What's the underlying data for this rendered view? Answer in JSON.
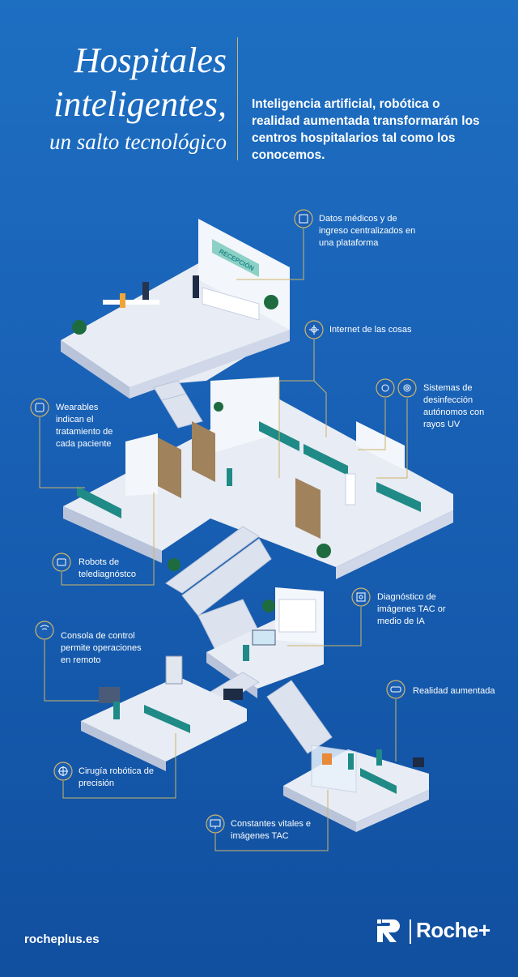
{
  "header": {
    "title_line1": "Hospitales",
    "title_line2": "inteligentes,",
    "title_line3": "un salto tecnológico",
    "subtitle": "Inteligencia artificial, robótica o realidad aumentada transformarán los centros hospitalarios tal como los conocemos."
  },
  "scene": {
    "reception_sign": "RECEPCIÓN"
  },
  "features": [
    {
      "icon": "database-icon",
      "text": "Datos médicos y de ingreso centralizados en una plataforma"
    },
    {
      "icon": "iot-network-icon",
      "text": "Internet de las cosas"
    },
    {
      "icon": "uv-disinfection-icon",
      "text": "Sistemas de desinfección autónomos con rayos UV"
    },
    {
      "icon": "wearable-icon",
      "text": "Wearables indican el tratamiento de cada paciente"
    },
    {
      "icon": "robot-icon",
      "text": "Robots de telediagnóstco"
    },
    {
      "icon": "scan-icon",
      "text": "Diagnóstico de imágenes TAC or medio de IA"
    },
    {
      "icon": "5g-icon",
      "text": "Consola de control permite operaciones en remoto"
    },
    {
      "icon": "vr-headset-icon",
      "text": "Realidad aumentada"
    },
    {
      "icon": "target-icon",
      "text": "Cirugía robótica de precisión"
    },
    {
      "icon": "monitor-icon",
      "text": "Constantes vitales e imágenes TAC"
    }
  ],
  "footer": {
    "url": "rocheplus.es",
    "brand": "Roche+"
  },
  "colors": {
    "background_top": "#1d6fc2",
    "background_bottom": "#114f9f",
    "accent_gold": "#cdb46a",
    "floor": "#e9edf5",
    "bed_teal": "#1f8a86",
    "door_brown": "#a0825d"
  }
}
